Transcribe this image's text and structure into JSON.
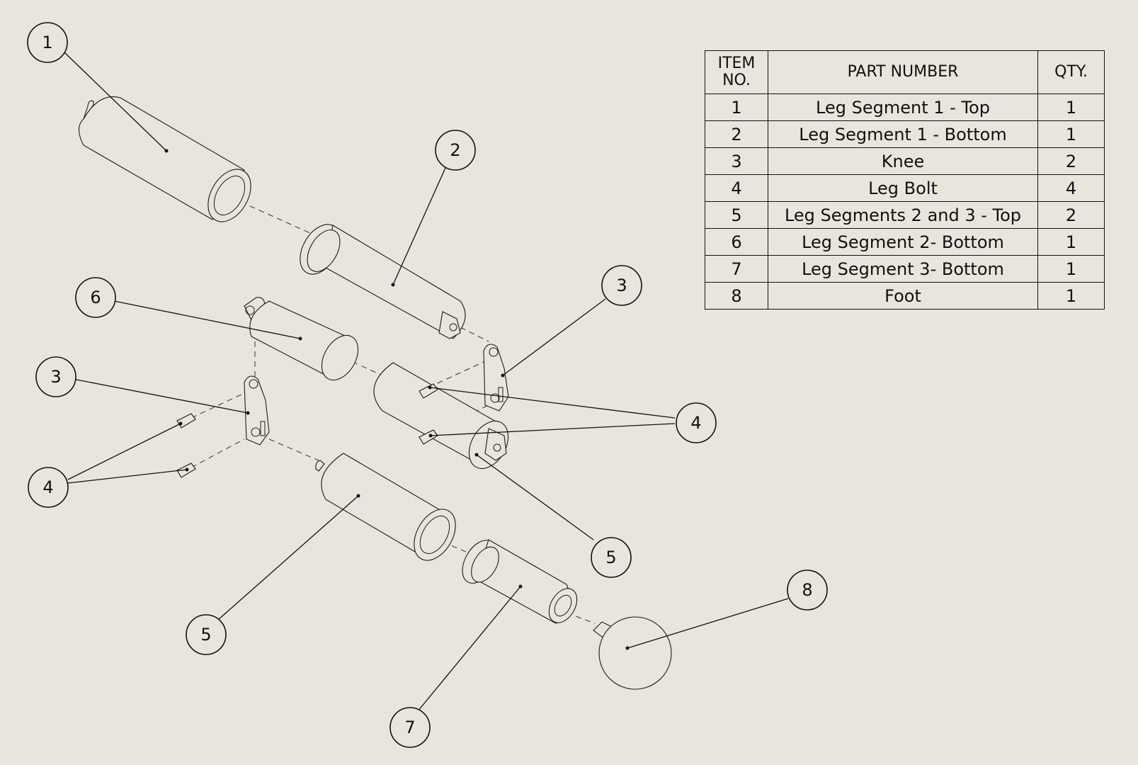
{
  "bom": {
    "headers": {
      "item_no": "ITEM NO.",
      "part_number": "PART NUMBER",
      "qty": "QTY."
    },
    "rows": [
      {
        "item": "1",
        "part": "Leg Segment 1 - Top",
        "qty": "1"
      },
      {
        "item": "2",
        "part": "Leg Segment 1 - Bottom",
        "qty": "1"
      },
      {
        "item": "3",
        "part": "Knee",
        "qty": "2"
      },
      {
        "item": "4",
        "part": "Leg Bolt",
        "qty": "4"
      },
      {
        "item": "5",
        "part": "Leg Segments 2 and 3 - Top",
        "qty": "2"
      },
      {
        "item": "6",
        "part": "Leg Segment 2- Bottom",
        "qty": "1"
      },
      {
        "item": "7",
        "part": "Leg Segment 3- Bottom",
        "qty": "1"
      },
      {
        "item": "8",
        "part": "Foot",
        "qty": "1"
      }
    ]
  },
  "balloons": {
    "b1": "1",
    "b2": "2",
    "b3a": "3",
    "b3b": "3",
    "b4a": "4",
    "b4b": "4",
    "b5a": "5",
    "b5b": "5",
    "b6": "6",
    "b7": "7",
    "b8": "8"
  },
  "colors": {
    "background": "#e8e6dc",
    "line": "#1a1a1a"
  }
}
